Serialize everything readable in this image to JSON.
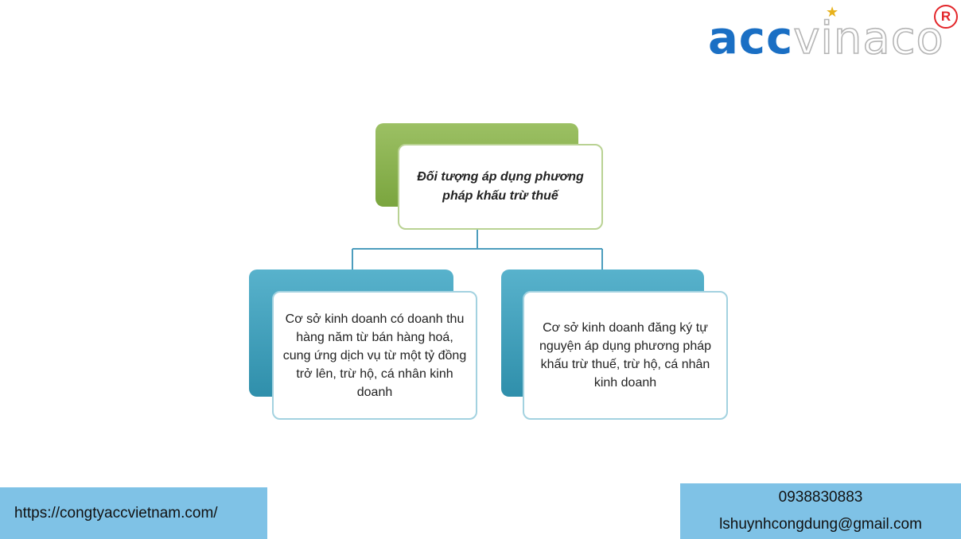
{
  "logo": {
    "acc": "acc",
    "vinaco": "vinaco",
    "registered": "R"
  },
  "diagram": {
    "root": "Đối tượng áp dụng phương pháp khấu trừ thuế",
    "children": [
      "Cơ sở kinh doanh có doanh thu hàng năm từ bán hàng hoá, cung ứng dịch vụ từ một tỷ đồng trở lên, trừ hộ, cá nhân kinh doanh",
      "Cơ sở kinh doanh đăng ký tự nguyện áp dụng phương pháp khấu trừ thuế, trừ hộ, cá nhân kinh doanh"
    ],
    "colors": {
      "root_accent": "#8ab44f",
      "child_accent": "#3e9fbb"
    }
  },
  "footer": {
    "website": "https://congtyaccvietnam.com/",
    "phone": "0938830883",
    "email": "lshuynhcongdung@gmail.com",
    "background": "#7fc2e6"
  }
}
